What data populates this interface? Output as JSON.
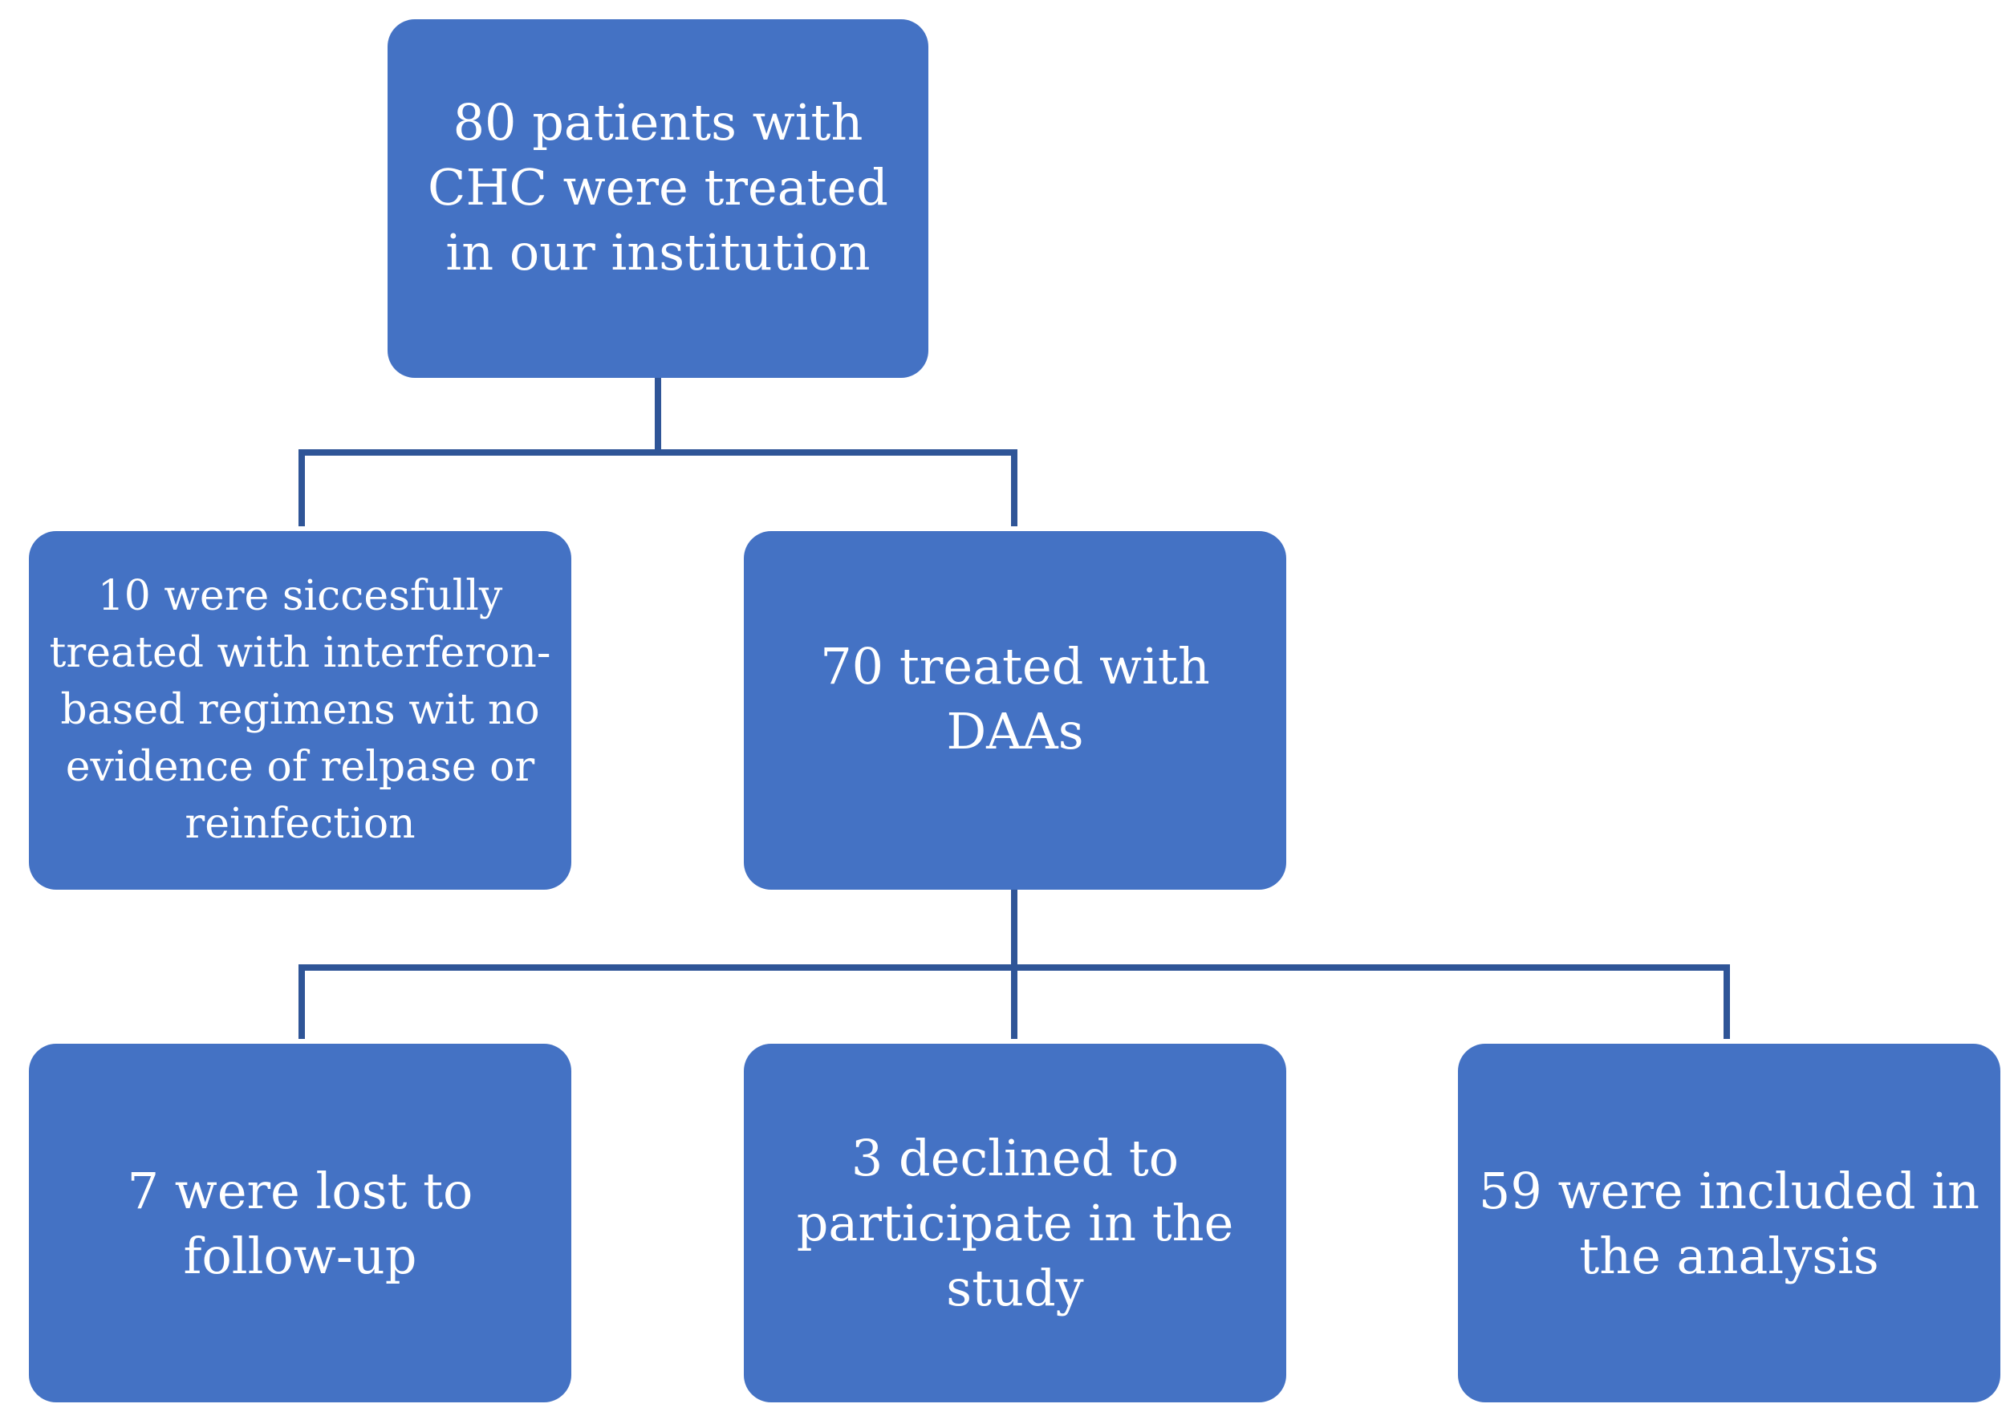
{
  "flowchart": {
    "accent_color": "#4472c4",
    "connector_color": "#2f5597",
    "nodes": {
      "total": "80 patients with\nCHC were treated\nin our institution",
      "interferon": "10 were siccesfully\ntreated with interferon-\nbased regimens wit no\nevidence of relpase or\nreinfection",
      "daa": "70 treated with\nDAAs",
      "lost": "7 were lost to\nfollow-up",
      "declined": "3 declined to\nparticipate in the\nstudy",
      "included": "59 were included in\nthe analysis"
    }
  }
}
